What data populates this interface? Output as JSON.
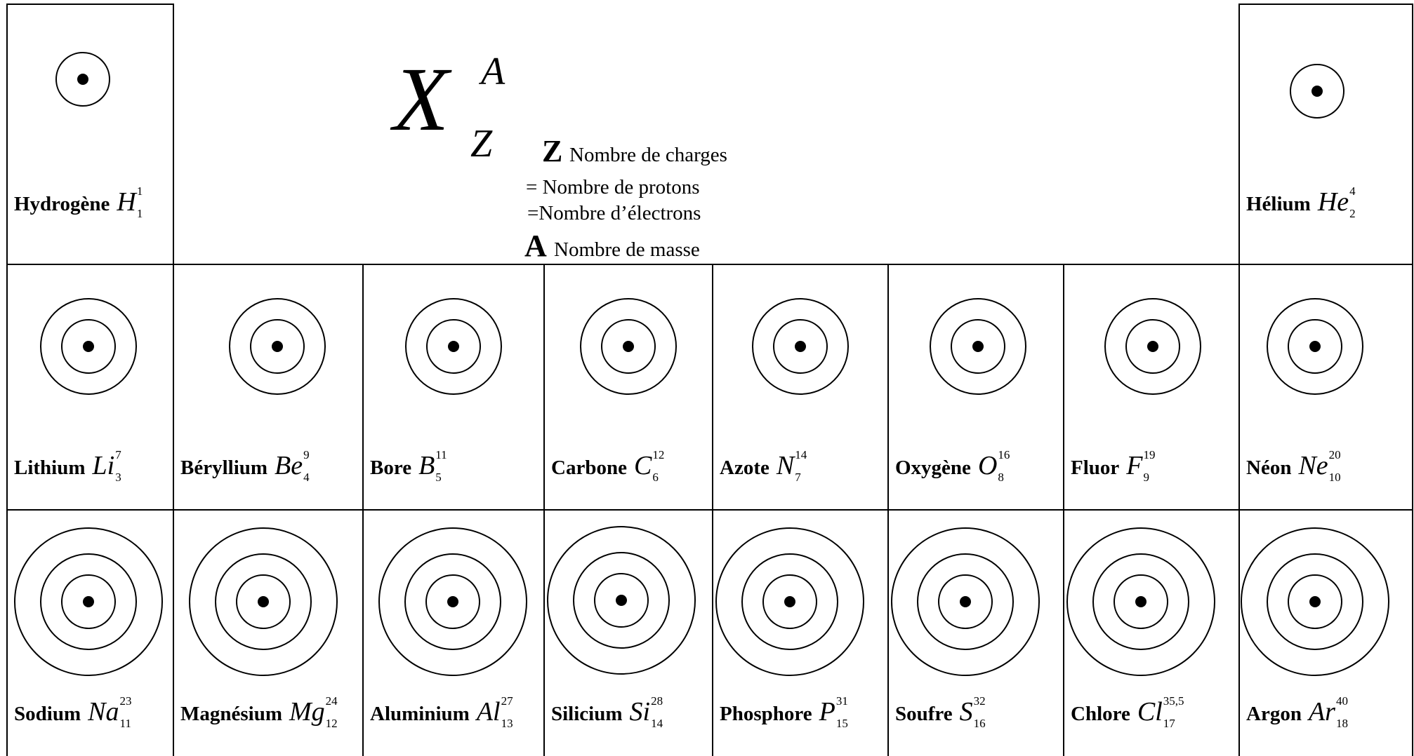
{
  "legend": {
    "symbol": "X",
    "mass_letter": "A",
    "charge_letter": "Z",
    "z_key": "Z",
    "z_label": "Nombre de charges",
    "z_eq1": "= Nombre de protons",
    "z_eq2": "=Nombre d’électrons",
    "a_key": "A",
    "a_label": "Nombre de masse"
  },
  "elements": [
    {
      "name": "Hydrogène",
      "symbol": "H",
      "mass": "1",
      "z": "1",
      "shells": 1
    },
    {
      "name": "Hélium",
      "symbol": "He",
      "mass": "4",
      "z": "2",
      "shells": 1
    },
    {
      "name": "Lithium",
      "symbol": "Li",
      "mass": "7",
      "z": "3",
      "shells": 2
    },
    {
      "name": "Béryllium",
      "symbol": "Be",
      "mass": "9",
      "z": "4",
      "shells": 2
    },
    {
      "name": "Bore",
      "symbol": "B",
      "mass": "11",
      "z": "5",
      "shells": 2
    },
    {
      "name": "Carbone",
      "symbol": "C",
      "mass": "12",
      "z": "6",
      "shells": 2
    },
    {
      "name": "Azote",
      "symbol": "N",
      "mass": "14",
      "z": "7",
      "shells": 2
    },
    {
      "name": "Oxygène",
      "symbol": "O",
      "mass": "16",
      "z": "8",
      "shells": 2
    },
    {
      "name": "Fluor",
      "symbol": "F",
      "mass": "19",
      "z": "9",
      "shells": 2
    },
    {
      "name": "Néon",
      "symbol": "Ne",
      "mass": "20",
      "z": "10",
      "shells": 2
    },
    {
      "name": "Sodium",
      "symbol": "Na",
      "mass": "23",
      "z": "11",
      "shells": 3
    },
    {
      "name": "Magnésium",
      "symbol": "Mg",
      "mass": "24",
      "z": "12",
      "shells": 3
    },
    {
      "name": "Aluminium",
      "symbol": "Al",
      "mass": "27",
      "z": "13",
      "shells": 3
    },
    {
      "name": "Silicium",
      "symbol": "Si",
      "mass": "28",
      "z": "14",
      "shells": 3
    },
    {
      "name": "Phosphore",
      "symbol": "P",
      "mass": "31",
      "z": "15",
      "shells": 3
    },
    {
      "name": "Soufre",
      "symbol": "S",
      "mass": "32",
      "z": "16",
      "shells": 3
    },
    {
      "name": "Chlore",
      "symbol": "Cl",
      "mass": "35,5",
      "z": "17",
      "shells": 3
    },
    {
      "name": "Argon",
      "symbol": "Ar",
      "mass": "40",
      "z": "18",
      "shells": 3
    }
  ]
}
